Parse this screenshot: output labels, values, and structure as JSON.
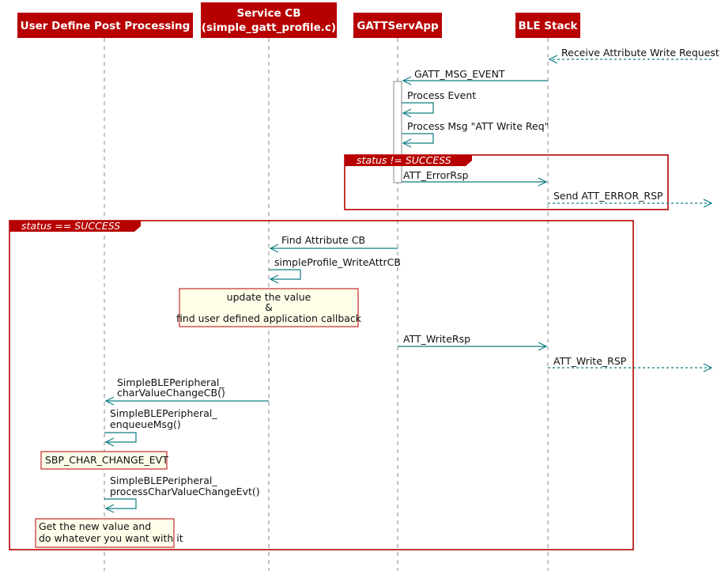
{
  "participants": {
    "user_define": "User Define Post Processing",
    "service_cb_line1": "Service CB",
    "service_cb_line2": "(simple_gatt_profile.c)",
    "gatt_serv_app": "GATTServApp",
    "ble_stack": "BLE Stack"
  },
  "messages": {
    "m1": "Receive Attribute Write Request",
    "m2": "GATT_MSG_EVENT",
    "m3": "Process Event",
    "m4": "Process Msg \"ATT Write Req\"",
    "m5": "ATT_ErrorRsp",
    "m6": "Send ATT_ERROR_RSP",
    "m7": "Find Attribute CB",
    "m8": "simpleProfile_WriteAttrCB",
    "m9": "ATT_WriteRsp",
    "m10": "ATT_Write_RSP",
    "m11_line1": "SimpleBLEPeripheral_",
    "m11_line2": "charValueChangeCB()",
    "m12_line1": "SimpleBLEPeripheral_",
    "m12_line2": "enqueueMsg()",
    "m13_line1": "SimpleBLEPeripheral_",
    "m13_line2": "processCharValueChangeEvt()"
  },
  "frames": {
    "error": "status != SUCCESS",
    "success": "status == SUCCESS"
  },
  "notes": {
    "update_line1": "update the value",
    "update_line2": "&",
    "update_line3": "find user defined application callback",
    "char_change": "SBP_CHAR_CHANGE_EVT",
    "new_value_line1": "Get the new value and",
    "new_value_line2": "do whatever you want with it"
  },
  "colors": {
    "participant_fill": "#b70000",
    "arrow": "#0e7d84",
    "frame": "#b70000",
    "note_fill": "#fefee9"
  }
}
